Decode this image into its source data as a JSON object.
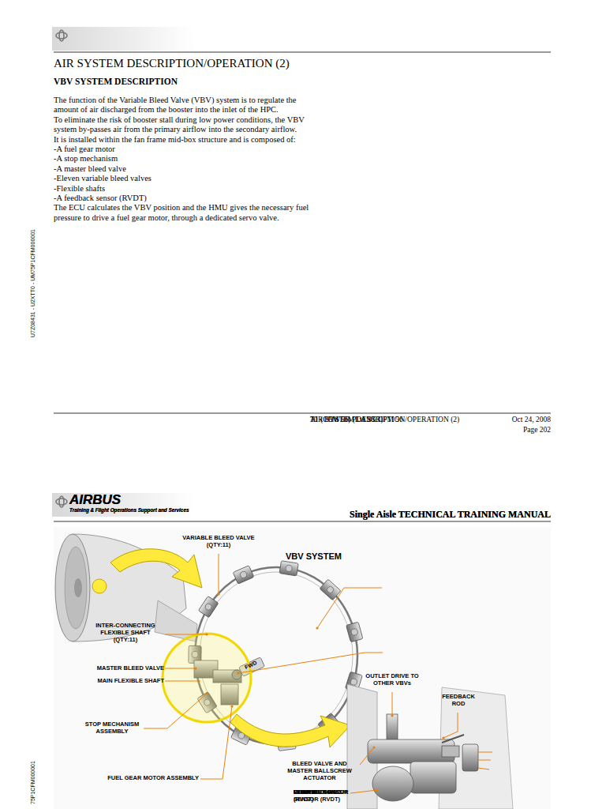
{
  "diagram": {
    "title": "AIR SYSTEM DESCRIPTION/OPERATION (2)",
    "labels": [
      "AIRBUS",
      "Training & Flight Operations Support and Services",
      "Single Aisle TECHNICAL TRAINING MANUAL",
      "VBV SYSTEM DESCRIPTION",
      "The function of the Variable Bleed Valve (VBV) system is to regulate the amount of air discharged from the booster into the inlet of the HPC.",
      "To eliminate the risk of booster stall during low power conditions, the VBV system by-passes air from the primary airflow into the secondary airflow.",
      "It is installed within the fan frame mid-box structure and is composed of:",
      "-A fuel gear motor",
      "-A stop mechanism",
      "-A master bleed valve",
      "-Eleven variable bleed valves",
      "-Flexible shafts",
      "-A feedback sensor (RVDT)",
      "The ECU calculates the VBV position and the HMU gives the necessary fuel pressure to drive a fuel gear motor, through a dedicated servo valve.",
      "U7Z08431 - U2XTT0 - UM75P1CFM000001",
      "T1 (CFM 56) (Lvl 2&3)",
      "70 - POWER PLANT CFM 56",
      "AIR SYSTEM DESCRIPTION/OPERATION (2)",
      "Oct 24, 2008",
      "Page 202",
      "AIRBUS",
      "Training & Flight Operations Support and Services",
      "Single Aisle TECHNICAL TRAINING MANUAL",
      "VARIABLE BLEED VALVE (QTY:11)",
      "VBV SYSTEM",
      "FEEDBACK ROD",
      "INTER-CONNECTING FLEXIBLE SHAFT (QTY:11)",
      "POSITION SENSOR (RVDT)",
      "MASTER BLEED VALVE",
      "MAIN FLEXIBLE SHAFT",
      "FWD",
      "OUTLET DRIVE TO OTHER VBVs",
      "FEEDBACK ROD",
      "STOP MECHANISM ASSEMBLY",
      "CHAN A",
      "CHAN B",
      "VBV POSITION SENSOR (RVDT)",
      "BLEED VALVE AND MASTER BALLSCREW ACTUATOR",
      "FUEL GEAR MOTOR ASSEMBLY",
      "STOP MECHANISM",
      "75P1CFM000001"
    ]
  }
}
